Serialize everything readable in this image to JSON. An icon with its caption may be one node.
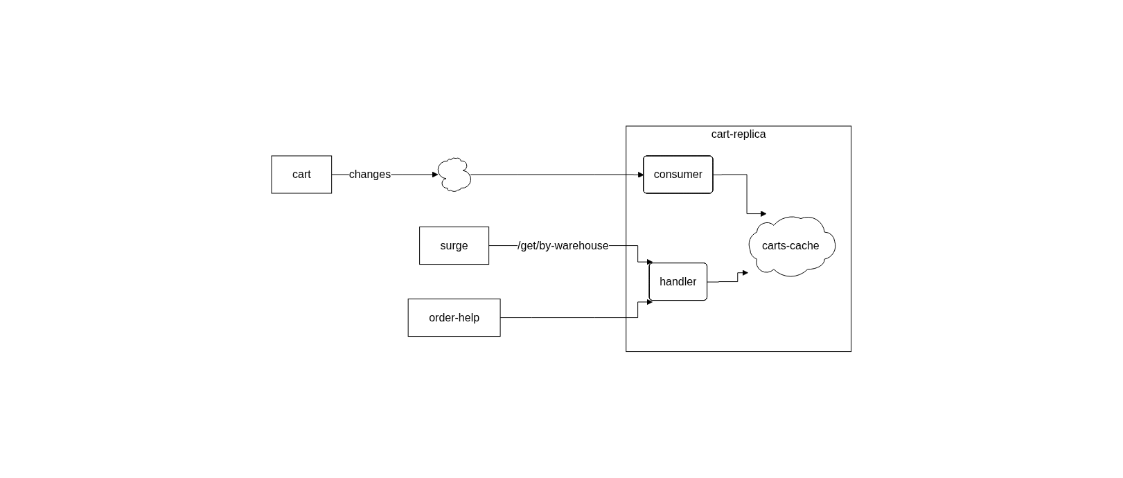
{
  "diagram": {
    "nodes": [
      {
        "text": [
          "cart"
        ]
      },
      {
        "text": [],
        "shape": "cloud"
      },
      {
        "text": [
          "cart-replica"
        ]
      },
      {
        "text": [
          "consumer"
        ],
        "in": 2
      },
      {
        "text": [
          "carts-cache"
        ],
        "in": 2
      },
      {
        "text": [
          "handler"
        ],
        "in": 2
      },
      {
        "text": [
          "surge"
        ]
      },
      {
        "text": [
          "order-help"
        ]
      }
    ],
    "edges": [
      {
        "from": 0,
        "to": 1,
        "arrow": "to",
        "label": "changes"
      },
      {
        "from": 1,
        "to": 3,
        "arrow": "to"
      },
      {
        "from": 3,
        "to": 4,
        "arrow": "to"
      },
      {
        "from": 5,
        "to": 4,
        "arrow": "to"
      },
      {
        "from": 6,
        "to": 5,
        "arrow": "to",
        "label": "/get/by-warehouse"
      },
      {
        "from": 7,
        "to": 5,
        "arrow": "to"
      }
    ]
  }
}
